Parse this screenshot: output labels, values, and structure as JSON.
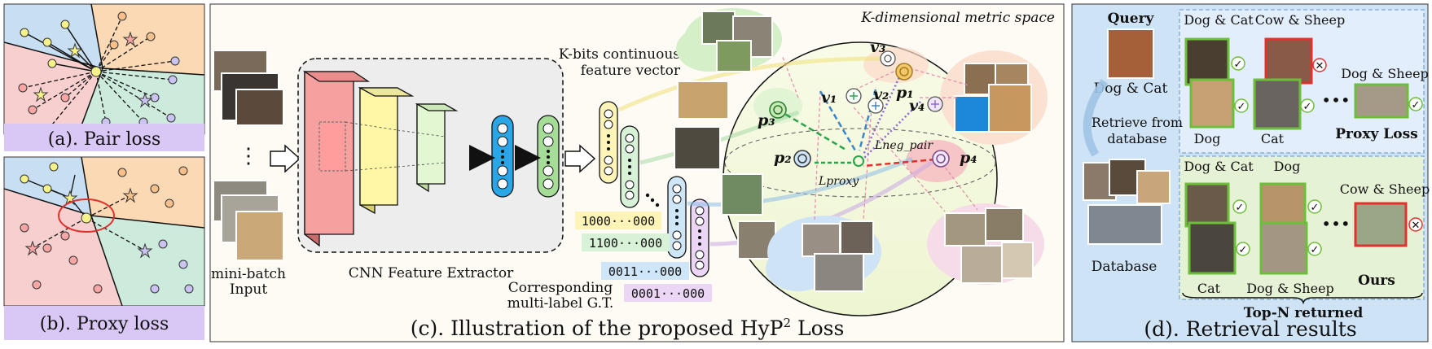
{
  "panel_a": {
    "caption": "(a). Pair loss"
  },
  "panel_b": {
    "caption": "(b). Proxy loss"
  },
  "panel_c": {
    "caption_main": "(c). Illustration of the proposed HyP",
    "caption_sup": "2",
    "caption_tail": " Loss",
    "minibatch_line1": "mini-batch",
    "minibatch_line2": "Input",
    "ellipsis": "⋮",
    "cnn_label": "CNN Feature Extractor",
    "kbits_line1": "K-bits continuous",
    "kbits_line2": "feature vector",
    "gt_line1": "Corresponding",
    "gt_line2": "multi-label G.T.",
    "metric_space": "K-dimensional metric space",
    "codes": [
      "1000···000",
      "1100···000",
      "0011···000",
      "0001···000"
    ],
    "code_colors": [
      "#fff4b8",
      "#d8f2d8",
      "#cfe6f8",
      "#ecd6f6"
    ],
    "points": {
      "v3": "v₃",
      "p1": "p₁",
      "v1": "v₁",
      "v2": "v₂",
      "v4": "v₄",
      "p3": "p₃",
      "p2": "p₂",
      "p4": "p₄"
    },
    "loss_neg_pair": "Lneg_pair",
    "loss_proxy": "Lproxy"
  },
  "panel_d": {
    "caption": "(d). Retrieval results",
    "query_label": "Query",
    "query_class": "Dog & Cat",
    "retrieve_line1": "Retrieve from",
    "retrieve_line2": "database",
    "database_label": "Database",
    "top_row": {
      "labels": [
        "Dog & Cat",
        "Cow & Sheep",
        "Dog & Sheep",
        "Dog",
        "Cat"
      ],
      "method": "Proxy Loss"
    },
    "bottom_row": {
      "labels": [
        "Dog & Cat",
        "Dog",
        "Cow & Sheep",
        "Cat",
        "Dog & Sheep"
      ],
      "method": "Ours"
    },
    "topn_label": "Top-N returned",
    "check_symbol": "✓",
    "cross_symbol": "✕",
    "dots": "•••"
  },
  "colors": {
    "region_blue": "#c8dff3",
    "region_orange": "#fbd9b5",
    "region_red": "#f8cfcf",
    "region_green": "#cdebdc",
    "caption_bg": "#d9c8f5",
    "panel_d_bg": "#cfe3f6",
    "correct": "#6dbf3b",
    "wrong": "#e0312c"
  }
}
